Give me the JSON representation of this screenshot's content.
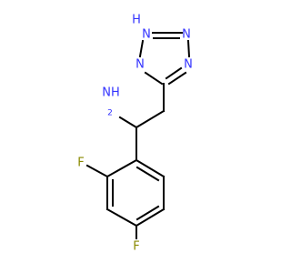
{
  "molecule": {
    "atoms": {
      "tetrazole_nh": "N",
      "tetrazole_nh_h": "H",
      "tetrazole_n_left": "N",
      "tetrazole_n_right": "N",
      "tetrazole_n_bottom": "N",
      "amine": "NH",
      "amine_sub": "2",
      "fluoro_ortho": "F",
      "fluoro_para": "F"
    },
    "colors": {
      "nitrogen": "#3333ff",
      "fluorine": "#8a8a00",
      "bond": "#000000",
      "background": "#ffffff"
    }
  }
}
